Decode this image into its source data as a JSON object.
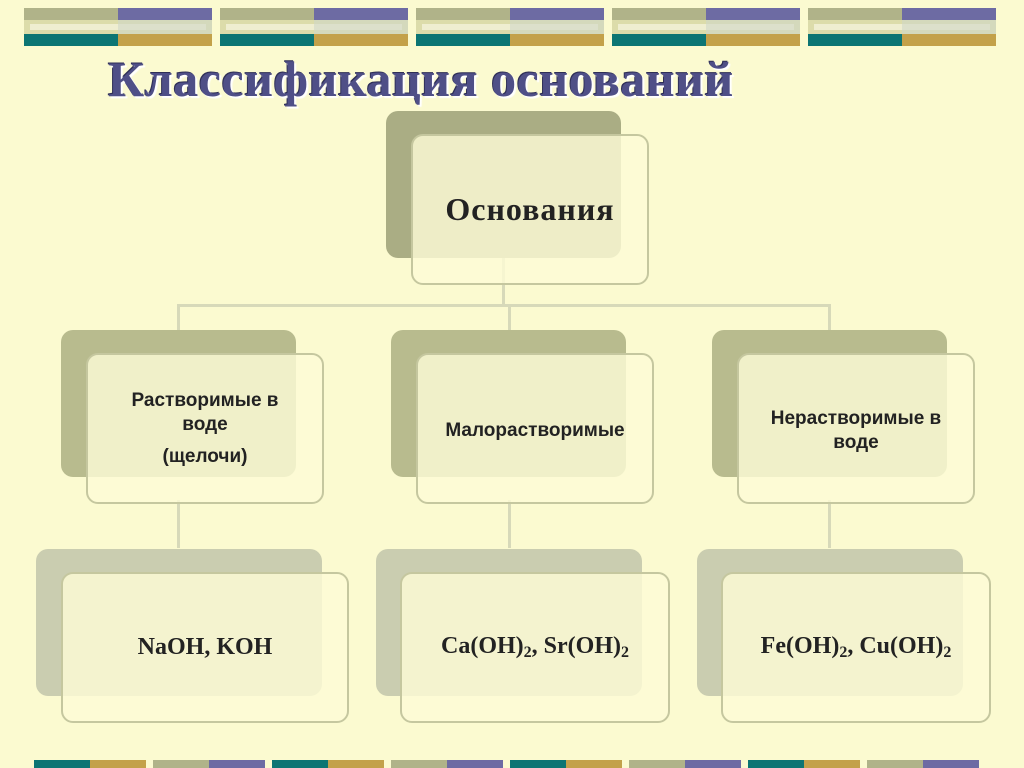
{
  "slide": {
    "title": "Классификация оснований",
    "root": {
      "label": "Основания"
    },
    "categories": [
      {
        "line1": "Растворимые в",
        "line2": "воде",
        "line3": "(щелочи)"
      },
      {
        "line1": "Малорастворимые"
      },
      {
        "line1": "Нерастворимые в",
        "line2": "воде"
      }
    ],
    "examples": [
      {
        "a": "NaOH, KOH"
      },
      {
        "a": "Ca(OH)",
        "a_sub": "2",
        "sep": ", ",
        "b": "Sr(OH)",
        "b_sub": "2"
      },
      {
        "a": "Fe(OH)",
        "a_sub": "2",
        "sep": ", ",
        "b": "Cu(OH)",
        "b_sub": "2"
      }
    ]
  },
  "colors": {
    "background": "#fbfad0",
    "title": "#4f4f87",
    "shadow_dark": "#aaad84",
    "shadow_light": "#cacdb0",
    "card_border": "#c5c79f"
  }
}
